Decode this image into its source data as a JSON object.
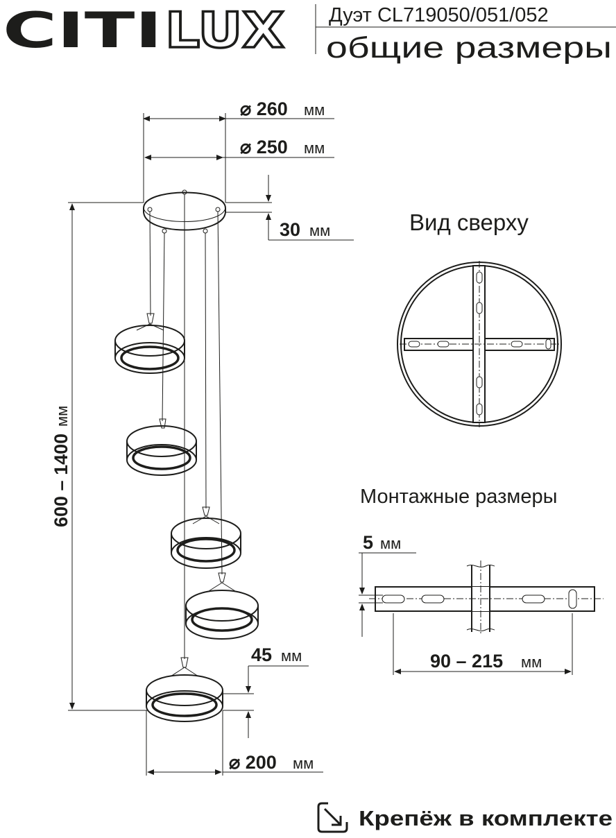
{
  "header": {
    "brand_part1": "CITI",
    "brand_part2": "LUX",
    "product_line": "Дуэт CL719050/051/052",
    "subtitle": "общие размеры"
  },
  "dimensions": {
    "canopy_outer": {
      "value": "⌀ 260",
      "unit": "мм"
    },
    "canopy_inner": {
      "value": "⌀ 250",
      "unit": "мм"
    },
    "canopy_height": {
      "value": "30",
      "unit": "мм"
    },
    "total_height": {
      "value": "600 – 1400",
      "unit": "мм"
    },
    "ring_height": {
      "value": "45",
      "unit": "мм"
    },
    "ring_diameter": {
      "value": "⌀ 200",
      "unit": "мм"
    }
  },
  "top_view": {
    "title": "Вид сверху"
  },
  "mounting": {
    "title": "Монтажные размеры",
    "slot_width": {
      "value": "5",
      "unit": "мм"
    },
    "hole_spacing": {
      "value": "90 – 215",
      "unit": "мм"
    }
  },
  "footer": {
    "icon": "mount-arrow-icon",
    "text": "Крепёж в комплекте"
  },
  "colors": {
    "ink": "#1d1d1b",
    "background": "#ffffff"
  }
}
